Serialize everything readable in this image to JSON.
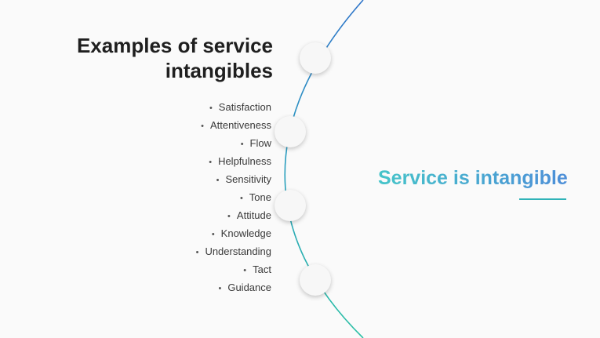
{
  "slide": {
    "heading_line1": "Examples of service",
    "heading_line2": "intangibles",
    "bullets": [
      "Satisfaction",
      "Attentiveness",
      "Flow",
      "Helpfulness",
      "Sensitivity",
      "Tone",
      "Attitude",
      "Knowledge",
      "Understanding",
      "Tact",
      "Guidance"
    ],
    "tagline": "Service is intangible"
  },
  "colors": {
    "arc_top": "#2e74c9",
    "arc_bottom": "#2cc0a5",
    "tagline_start": "#45c4c9",
    "tagline_end": "#4d8ed8",
    "underline": "#2fb3b8",
    "heading": "#1f1f1f"
  }
}
